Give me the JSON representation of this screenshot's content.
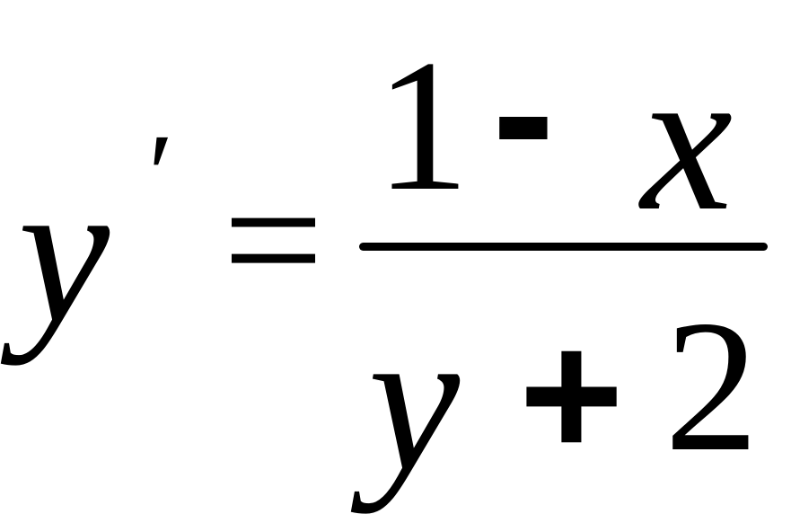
{
  "equation": {
    "lhs": {
      "variable": "y",
      "prime": "′"
    },
    "relation": "=",
    "numerator": {
      "constant": "1",
      "operator": "-",
      "variable": "x"
    },
    "denominator": {
      "variable": "y",
      "operator": "+",
      "constant": "2"
    }
  },
  "colors": {
    "text": "#000000",
    "background": "#ffffff"
  }
}
